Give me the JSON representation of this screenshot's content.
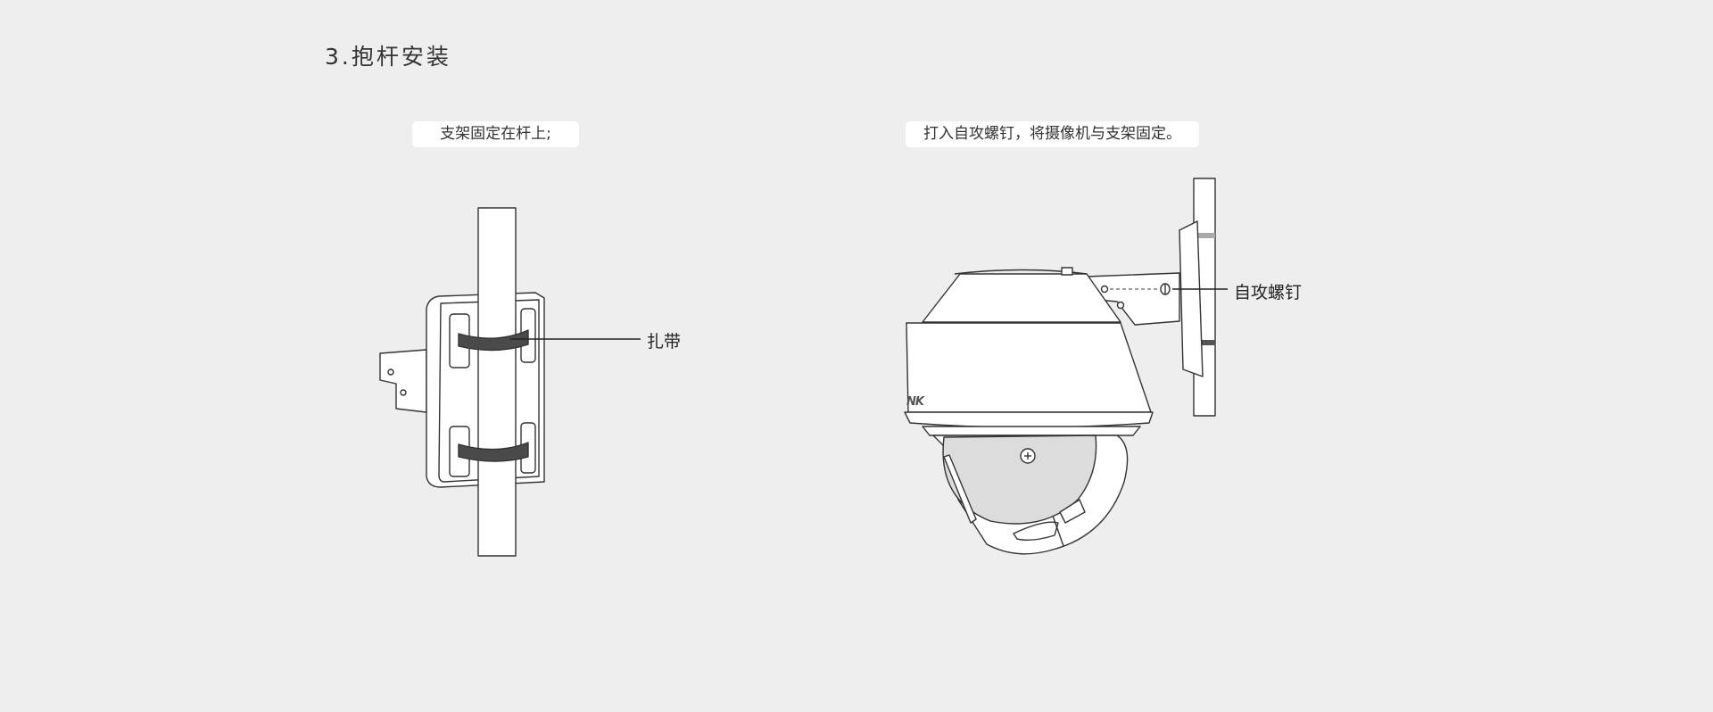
{
  "section": {
    "title": "3.抱杆安装"
  },
  "steps": [
    {
      "caption": "支架固定在杆上;",
      "callout": "扎带"
    },
    {
      "caption": "打入自攻螺钉，将摄像机与支架固定。",
      "callout": "自攻螺钉"
    }
  ],
  "camera": {
    "logo_text": "NK"
  },
  "colors": {
    "background": "#eeeeee",
    "caption_bg": "#ffffff",
    "line": "#333333",
    "strap": "#4a4a4a"
  }
}
